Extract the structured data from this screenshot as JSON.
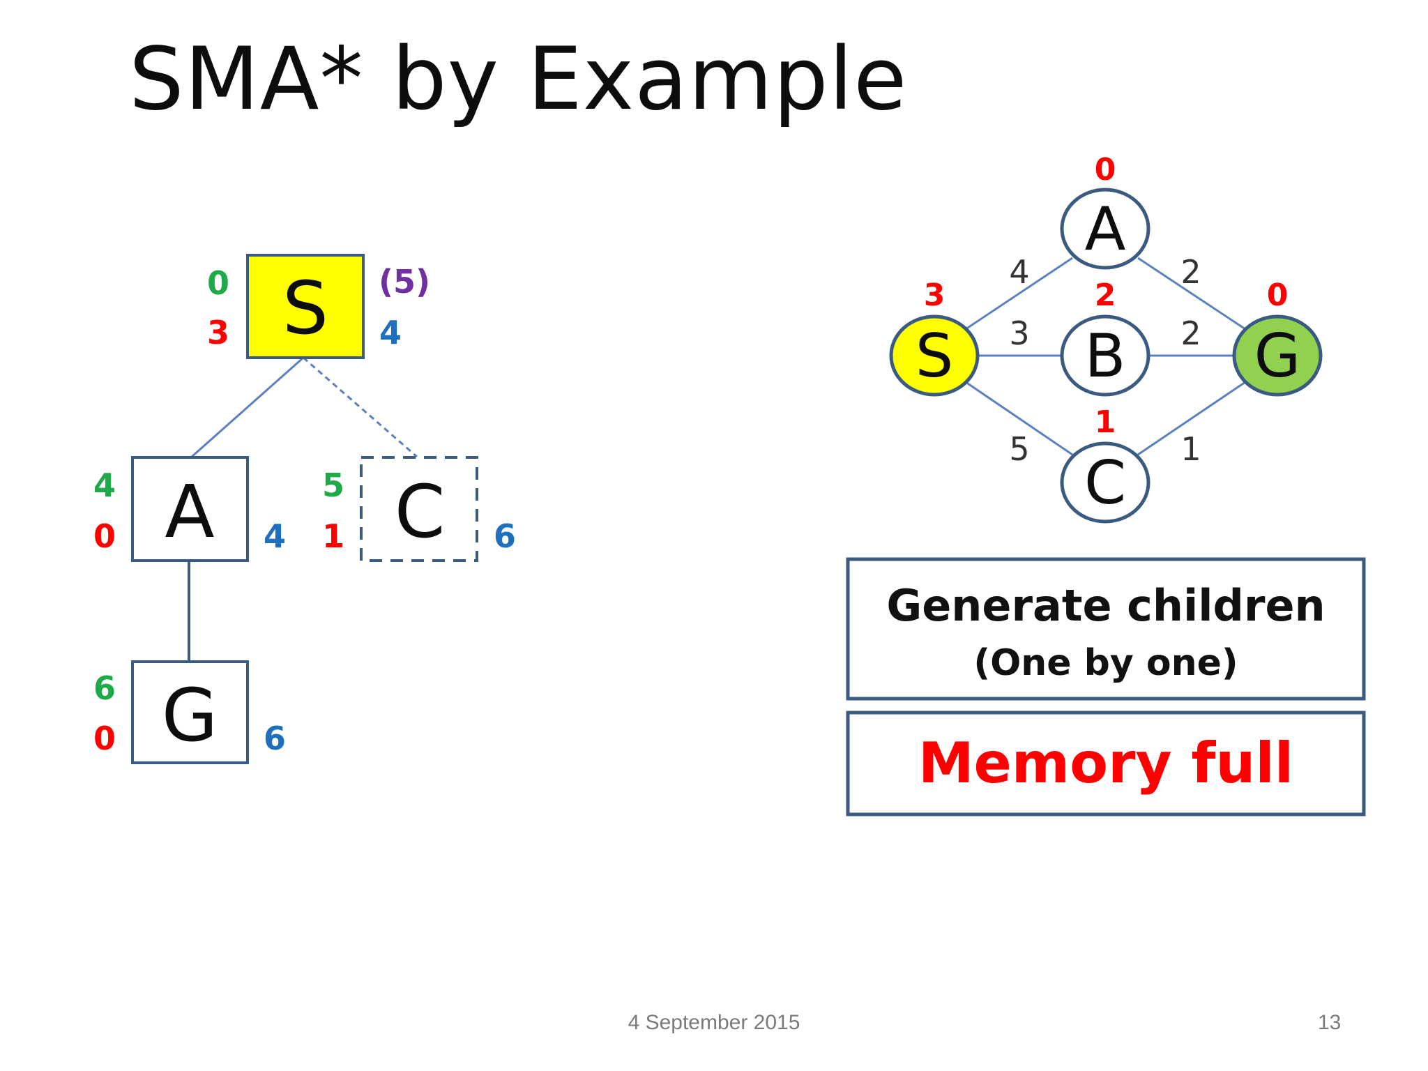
{
  "title": "SMA* by Example",
  "footer": {
    "date": "4 September 2015",
    "page": "13"
  },
  "colors": {
    "g_value": "#1faa4a",
    "h_value": "#ff0000",
    "f_value": "#1f6fbf",
    "forgotten": "#7030a0",
    "node_border": "#3b5a80",
    "start_fill": "#ffff00",
    "goal_fill": "#92d050",
    "edge": "#5b7fbf"
  },
  "tree": {
    "S": {
      "label": "S",
      "g": "0",
      "h": "3",
      "f": "4",
      "forgotten": "(5)"
    },
    "A": {
      "label": "A",
      "g": "4",
      "h": "0",
      "f": "4"
    },
    "C": {
      "label": "C",
      "g": "5",
      "h": "1",
      "f": "6"
    },
    "G": {
      "label": "G",
      "g": "6",
      "h": "0",
      "f": "6"
    }
  },
  "graph": {
    "nodes": {
      "S": {
        "label": "S",
        "h": "3"
      },
      "A": {
        "label": "A",
        "h": "0"
      },
      "B": {
        "label": "B",
        "h": "2"
      },
      "C": {
        "label": "C",
        "h": "1"
      },
      "G": {
        "label": "G",
        "h": "0"
      }
    },
    "edges": {
      "SA": "4",
      "SB": "3",
      "SC": "5",
      "AG": "2",
      "BG": "2",
      "CG": "1"
    }
  },
  "boxes": {
    "generate_line1": "Generate children",
    "generate_line2": "(One by one)",
    "memory": "Memory full"
  }
}
